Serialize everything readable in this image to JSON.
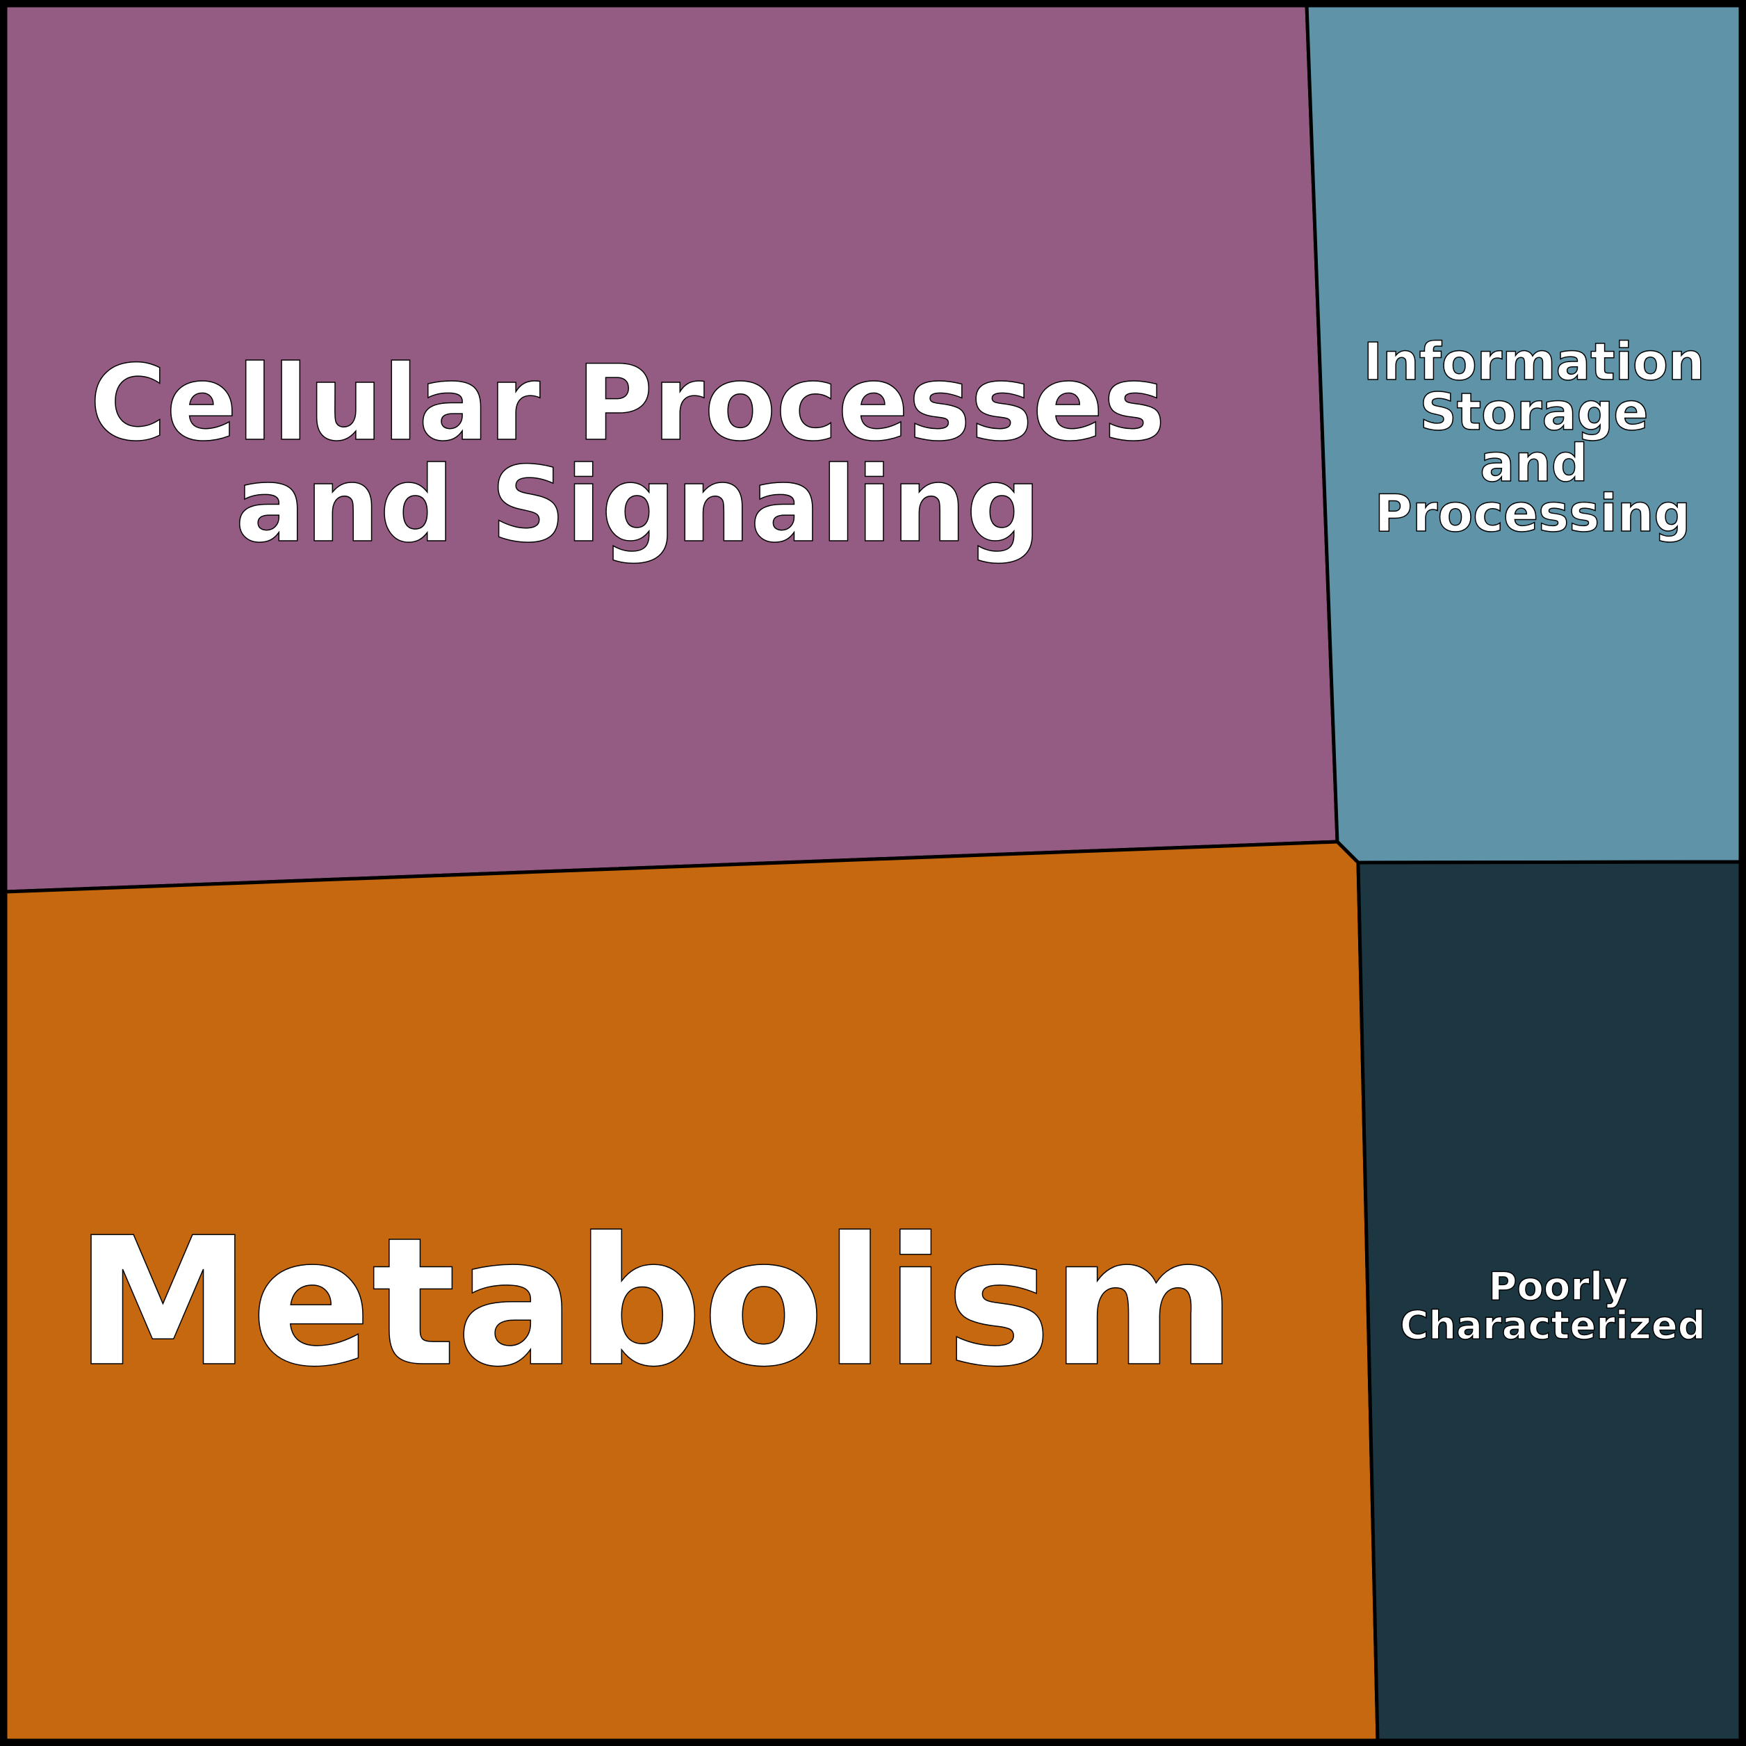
{
  "chart_data": {
    "type": "voronoi-treemap",
    "title": "",
    "cells": [
      {
        "name": "Cellular Processes and Signaling",
        "lines": [
          "Cellular Processes",
          "and Signaling"
        ],
        "color": "#955C83"
      },
      {
        "name": "Information Storage and Processing",
        "lines": [
          "Information",
          "Storage",
          "and",
          "Processing"
        ],
        "color": "#5E93A8"
      },
      {
        "name": "Metabolism",
        "lines": [
          "Metabolism"
        ],
        "color": "#C5680F"
      },
      {
        "name": "Poorly Characterized",
        "lines": [
          "Poorly",
          "Characterized"
        ],
        "color": "#1C3642"
      }
    ]
  }
}
